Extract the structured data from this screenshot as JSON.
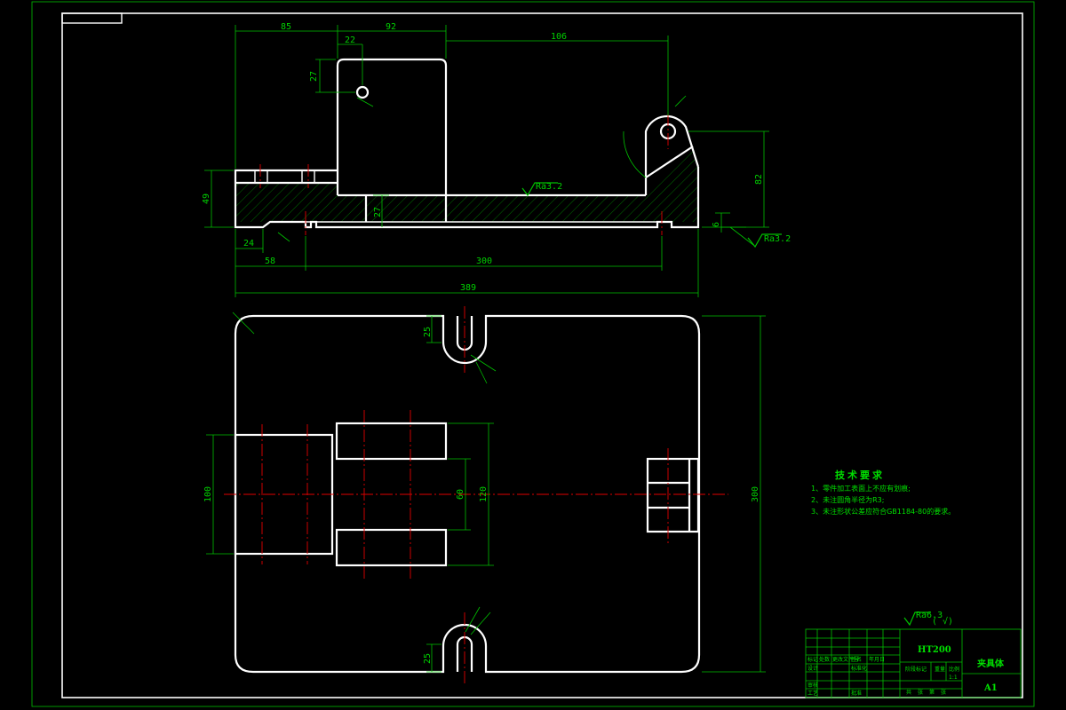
{
  "drawing": {
    "front_view_dims": {
      "d85": "85",
      "d92": "92",
      "d22": "22",
      "d106": "106",
      "d27_top": "27",
      "d49": "49",
      "d27_mid": "27",
      "d24": "24",
      "d58": "58",
      "d300": "300",
      "d389": "389",
      "d82": "82",
      "d6": "6"
    },
    "roughness": {
      "ra32_a": "Ra3.2",
      "ra32_b": "Ra3.2",
      "ra_global": "Ra6.3"
    },
    "top_view_dims": {
      "d25_top": "25",
      "d25_bottom": "25",
      "d100": "100",
      "d60": "60",
      "d120": "120",
      "d300": "300"
    },
    "tech_requirements": {
      "title": "技术要求",
      "items": [
        "1、零件加工表面上不应有划痕;",
        "2、未注圆角半径为R3;",
        "3、未注形状公差应符合GB1184-80的要求。"
      ]
    },
    "title_block": {
      "material": "HT200",
      "part_name": "夹具体",
      "sheet_size": "A1",
      "scale": "1:1",
      "labels_left": [
        "标记",
        "处数",
        "更改文件号",
        "签名",
        "年月日",
        "设计",
        "标准化",
        "审核",
        "工艺",
        "批准"
      ],
      "labels_mid": [
        "阶段标记",
        "重量",
        "比例"
      ],
      "labels_bottom": [
        "共",
        "张",
        "第",
        "张"
      ]
    }
  }
}
